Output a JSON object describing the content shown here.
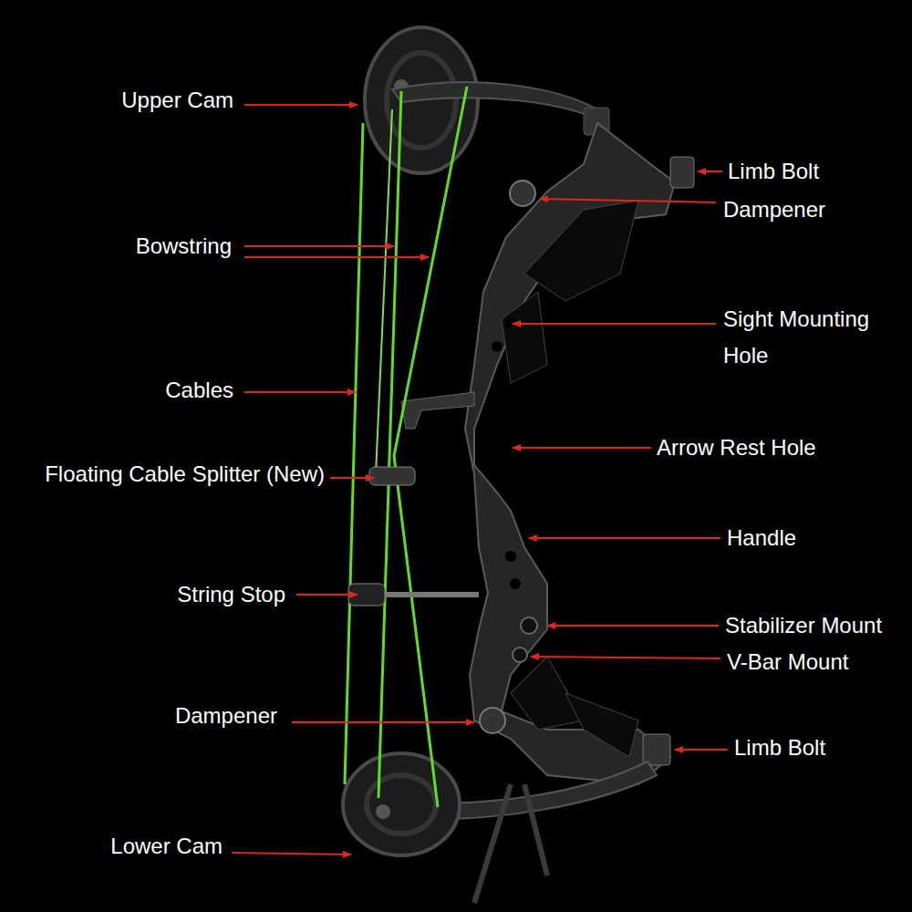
{
  "diagram": {
    "labels": [
      "Upper Cam",
      "Limb Bolt",
      "Dampener",
      "Bowstring",
      "Sight Mounting Hole",
      "Cables",
      "Arrow Rest Hole",
      "Floating Cable Splitter (New)",
      "Handle",
      "String Stop",
      "Stabilizer Mount",
      "V-Bar Mount",
      "Dampener",
      "Limb Bolt",
      "Lower Cam"
    ]
  }
}
